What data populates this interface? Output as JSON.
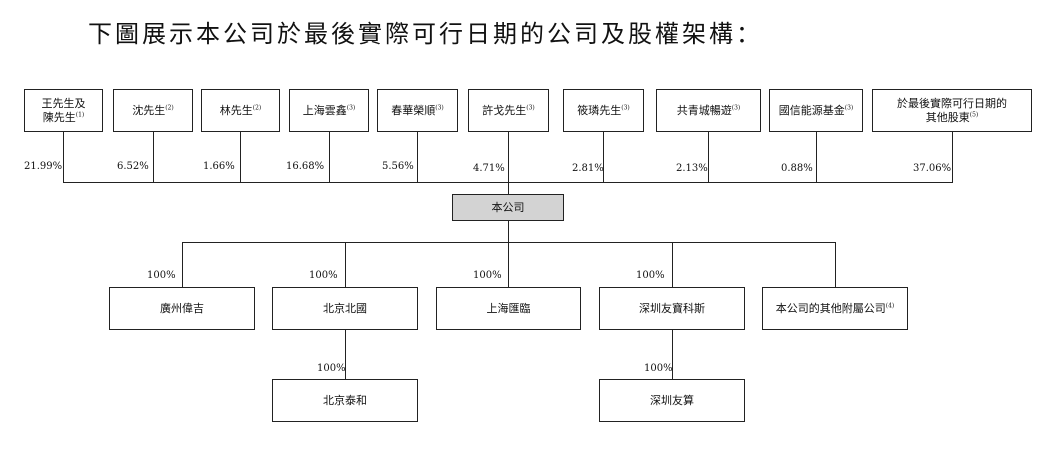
{
  "title": "下圖展示本公司於最後實際可行日期的公司及股權架構：",
  "shareholders": [
    {
      "line1": "王先生及",
      "line2": "陳先生",
      "note": "(1)",
      "pct": "21.99%"
    },
    {
      "line1": "沈先生",
      "line2": "",
      "note": "(2)",
      "pct": "6.52%"
    },
    {
      "line1": "林先生",
      "line2": "",
      "note": "(2)",
      "pct": "1.66%"
    },
    {
      "line1": "上海雲鑫",
      "line2": "",
      "note": "(3)",
      "pct": "16.68%"
    },
    {
      "line1": "春華榮順",
      "line2": "",
      "note": "(3)",
      "pct": "5.56%"
    },
    {
      "line1": "許戈先生",
      "line2": "",
      "note": "(3)",
      "pct": "4.71%"
    },
    {
      "line1": "筱璘先生",
      "line2": "",
      "note": "(3)",
      "pct": "2.81%"
    },
    {
      "line1": "共青城暢遊",
      "line2": "",
      "note": "(3)",
      "pct": "2.13%"
    },
    {
      "line1": "國信能源基金",
      "line2": "",
      "note": "(3)",
      "pct": "0.88%"
    },
    {
      "line1": "於最後實際可行日期的",
      "line2": "其他股東",
      "note": "(5)",
      "pct": "37.06%"
    }
  ],
  "company": {
    "label": "本公司"
  },
  "subsidiaries": [
    {
      "label": "廣州偉吉",
      "note": "",
      "pct": "100%"
    },
    {
      "label": "北京北國",
      "note": "",
      "pct": "100%"
    },
    {
      "label": "上海匯臨",
      "note": "",
      "pct": "100%"
    },
    {
      "label": "深圳友寶科斯",
      "note": "",
      "pct": "100%"
    },
    {
      "label": "本公司的其他附屬公司",
      "note": "(4)",
      "pct": ""
    }
  ],
  "sub_subsidiaries": [
    {
      "label": "北京泰和",
      "pct": "100%"
    },
    {
      "label": "深圳友算",
      "pct": "100%"
    }
  ]
}
